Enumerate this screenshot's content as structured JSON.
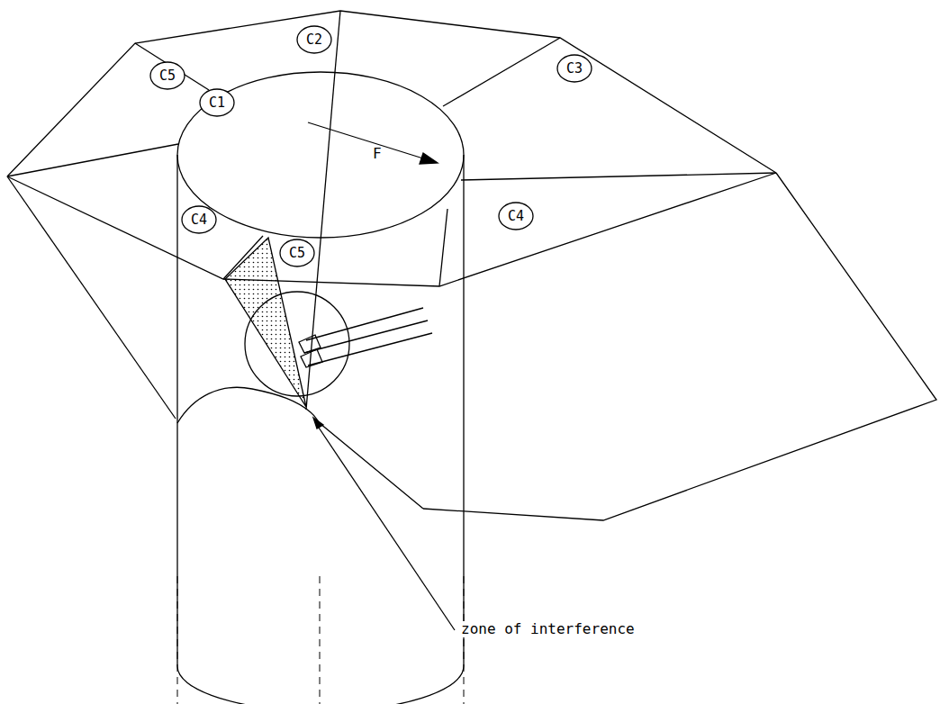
{
  "diagram": {
    "nodes": [
      {
        "text": [
          "C2"
        ]
      },
      {
        "text": [
          "C3"
        ]
      },
      {
        "text": [
          "C5"
        ]
      },
      {
        "text": [
          "C1"
        ]
      },
      {
        "text": [
          "C4"
        ]
      },
      {
        "text": [
          "C4"
        ]
      },
      {
        "text": [
          "C5"
        ]
      }
    ],
    "labels": [
      "F",
      "zone of interference"
    ]
  }
}
